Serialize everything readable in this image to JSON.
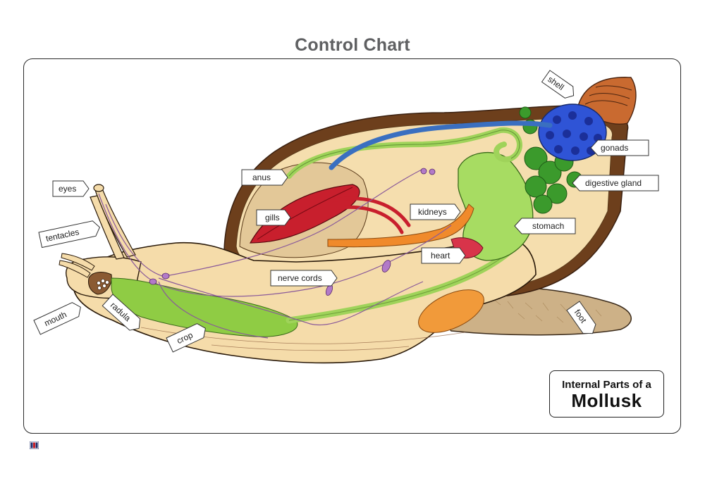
{
  "title": "Control Chart",
  "caption": {
    "line1": "Internal Parts of a",
    "line2": "Mollusk"
  },
  "labels": {
    "shell": "shell",
    "gonads": "gonads",
    "digestive_gland": "digestive gland",
    "stomach": "stomach",
    "anus": "anus",
    "gills": "gills",
    "kidneys": "kidneys",
    "heart": "heart",
    "nerve_cords": "nerve cords",
    "eyes": "eyes",
    "tentacles": "tentacles",
    "mouth": "mouth",
    "radula": "radula",
    "crop": "crop",
    "foot": "foot"
  },
  "colors": {
    "title": "#5f6062",
    "body": "#f3dcaa",
    "shell_brown": "#7a4a22",
    "intestine_green": "#9fd35a",
    "gonads_blue": "#2f54d6",
    "digestive_gland_green": "#3b9a2c",
    "gills_red": "#c81f2d",
    "kidney_orange": "#f08a2b",
    "vessel_blue": "#3a6fc0",
    "nerve_purple": "#9a5fa8",
    "foot_texture": "#c8a97a"
  },
  "logo_icon": "brand-logo-icon"
}
